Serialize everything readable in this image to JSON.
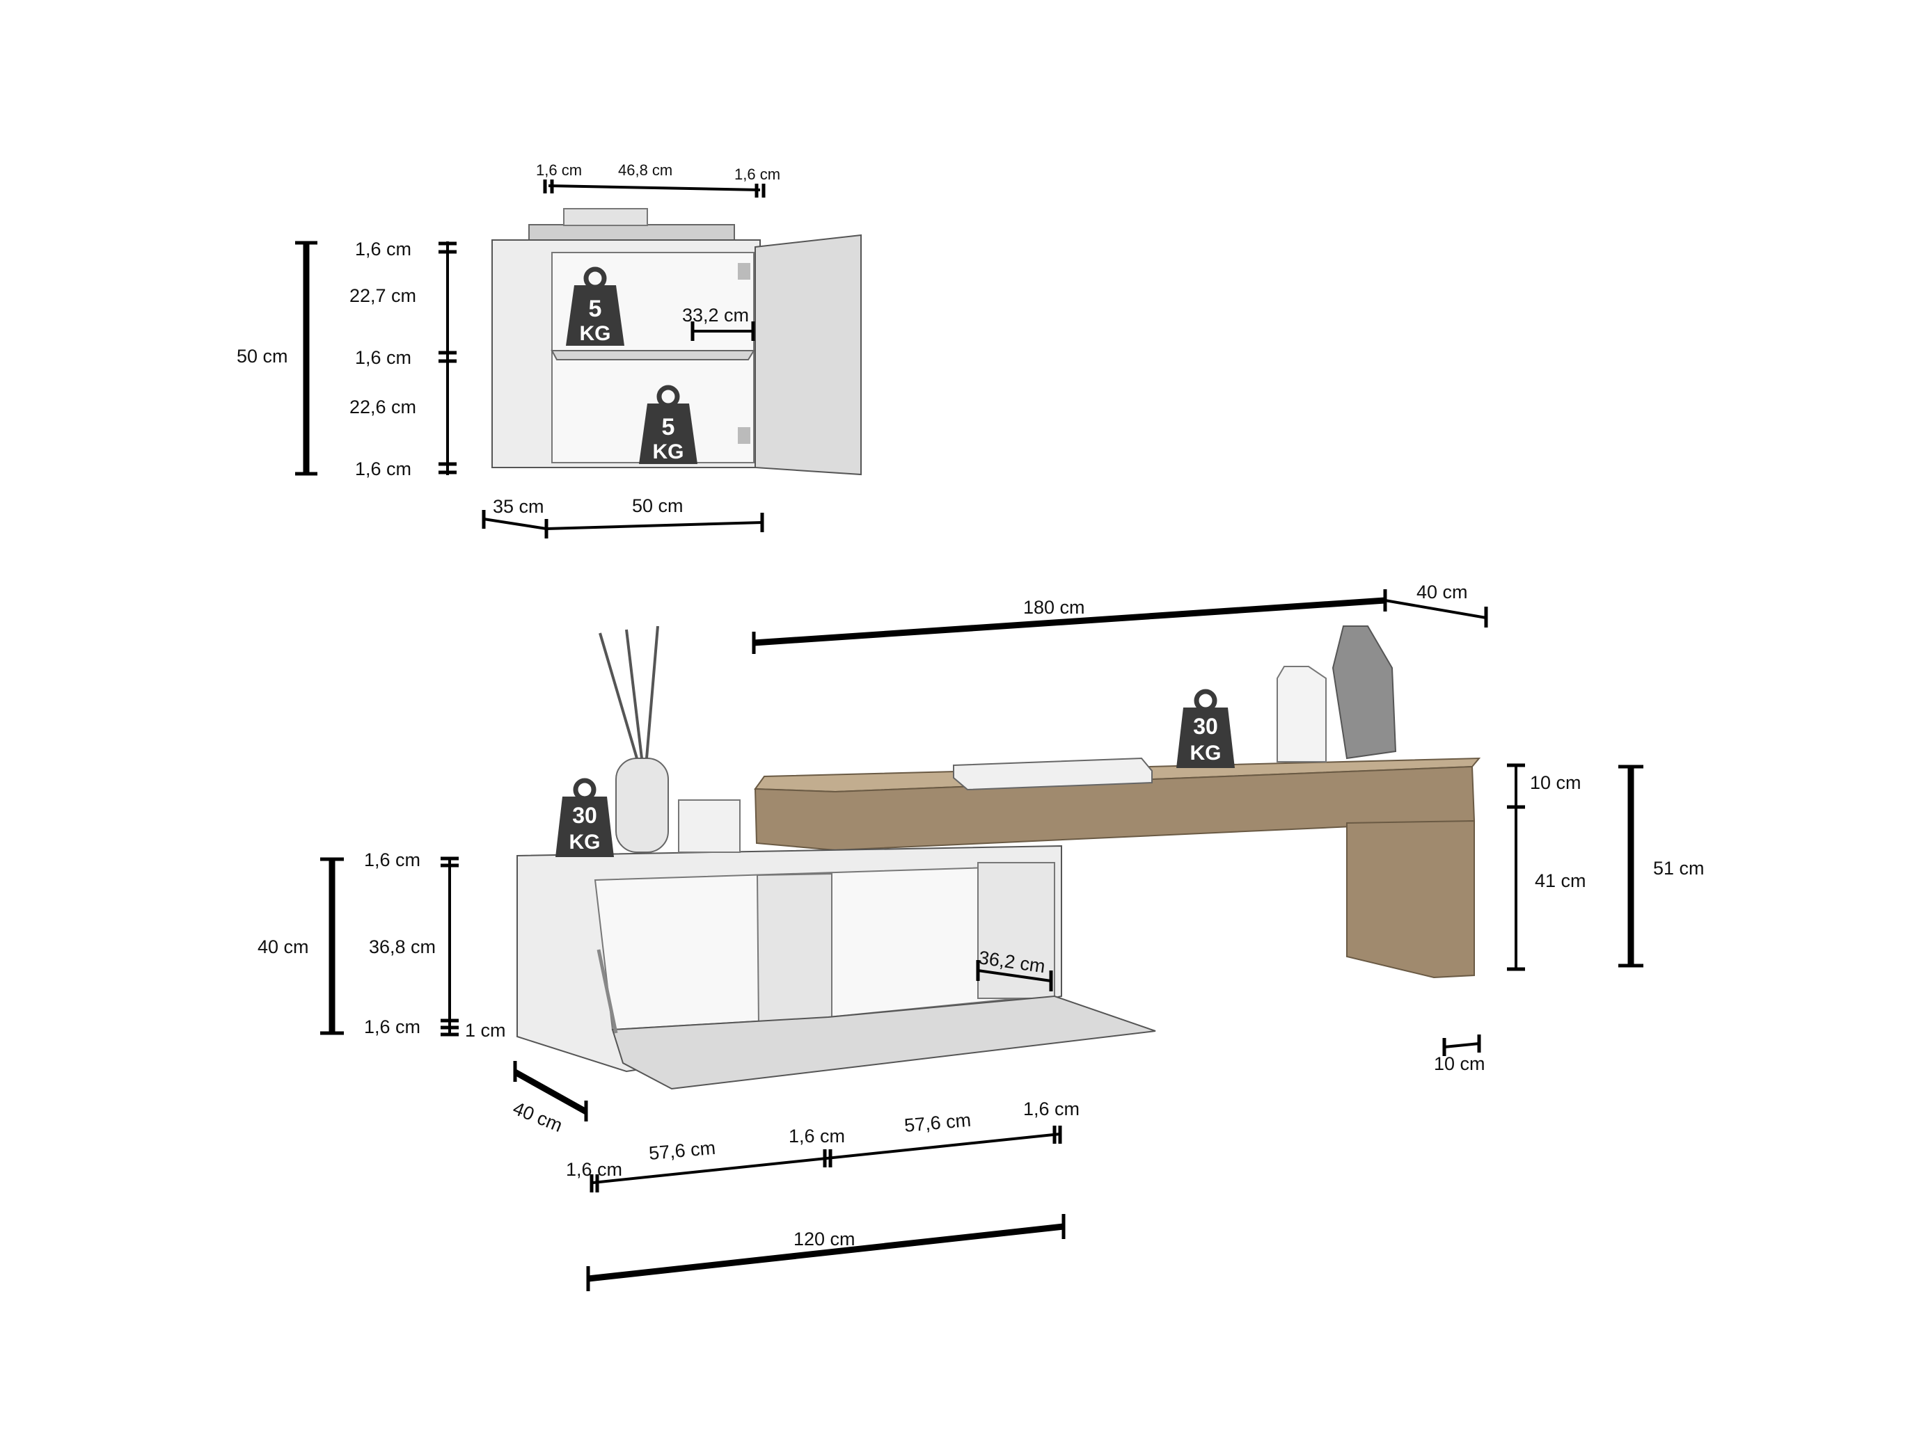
{
  "wall_cabinet": {
    "top_widths": {
      "left": "1,6 cm",
      "middle": "46,8 cm",
      "right": "1,6 cm"
    },
    "height_total": "50 cm",
    "vertical": [
      "1,6 cm",
      "22,7 cm",
      "1,6 cm",
      "22,6 cm",
      "1,6 cm"
    ],
    "shelf_depth": "33,2 cm",
    "depth": "35 cm",
    "width": "50 cm",
    "load_upper": {
      "number": "5",
      "unit": "KG"
    },
    "load_lower": {
      "number": "5",
      "unit": "KG"
    }
  },
  "tv_unit": {
    "top_length": "180 cm",
    "top_depth": "40 cm",
    "top_thickness": "10 cm",
    "leg_height": "41 cm",
    "total_height": "51 cm",
    "leg_width": "10 cm",
    "load_top": {
      "number": "30",
      "unit": "KG"
    },
    "load_base": {
      "number": "30",
      "unit": "KG"
    },
    "base_height": "40 cm",
    "base_vertical": [
      "1,6 cm",
      "36,8 cm",
      "1,6 cm"
    ],
    "foot": "1 cm",
    "inner_depth": "36,2 cm",
    "base_depth": "40 cm",
    "bottom_widths": [
      "1,6 cm",
      "57,6 cm",
      "1,6 cm",
      "57,6 cm",
      "1,6 cm"
    ],
    "base_width": "120 cm"
  }
}
